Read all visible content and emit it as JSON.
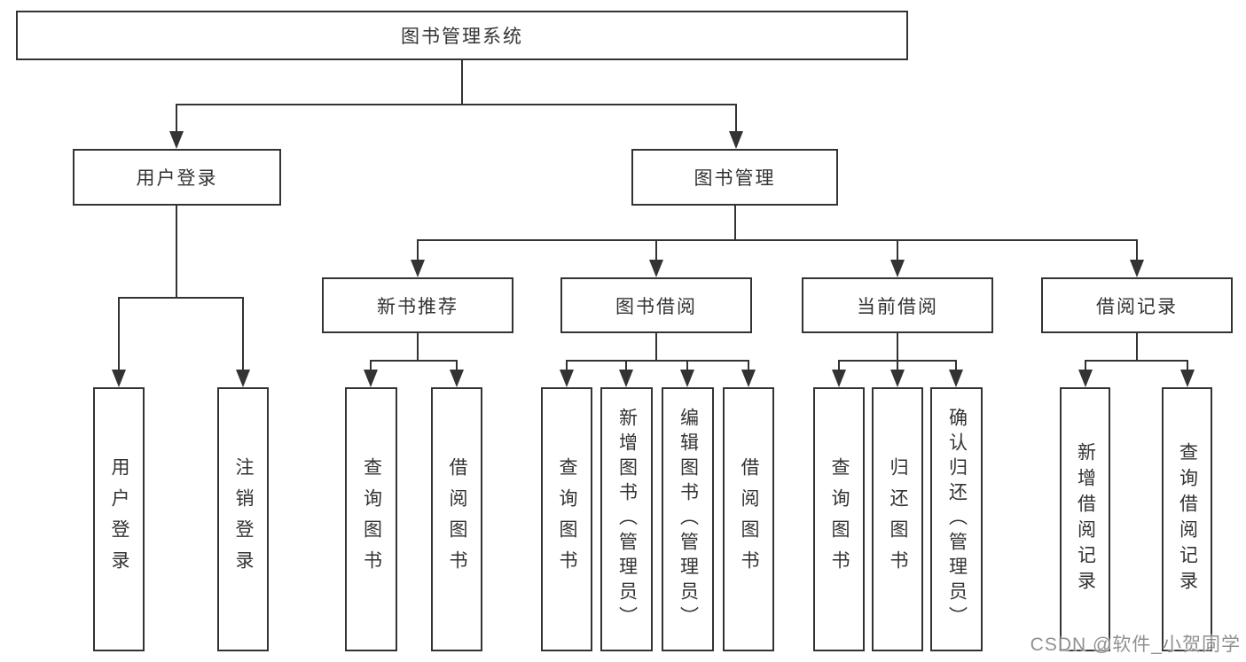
{
  "diagram": {
    "root": {
      "label": "图书管理系统"
    },
    "level2": {
      "login": {
        "label": "用户登录"
      },
      "mgmt": {
        "label": "图书管理"
      }
    },
    "level3": {
      "newbook": {
        "label": "新书推荐"
      },
      "borrow": {
        "label": "图书借阅"
      },
      "current": {
        "label": "当前借阅"
      },
      "records": {
        "label": "借阅记录"
      }
    },
    "leaves": {
      "login": [
        "用户登录",
        "注销登录"
      ],
      "newbook": [
        "查询图书",
        "借阅图书"
      ],
      "borrow": [
        "查询图书",
        "新增图书（管理员）",
        "编辑图书（管理员）",
        "借阅图书"
      ],
      "current": [
        "查询图书",
        "归还图书",
        "确认归还（管理员）"
      ],
      "records": [
        "新增借阅记录",
        "查询借阅记录"
      ]
    },
    "colors": {
      "line": "#333333",
      "text": "#333333",
      "background": "#ffffff",
      "watermark": "#7d7d7d"
    }
  },
  "watermark": {
    "text": "CSDN @软件_小贺同学"
  }
}
